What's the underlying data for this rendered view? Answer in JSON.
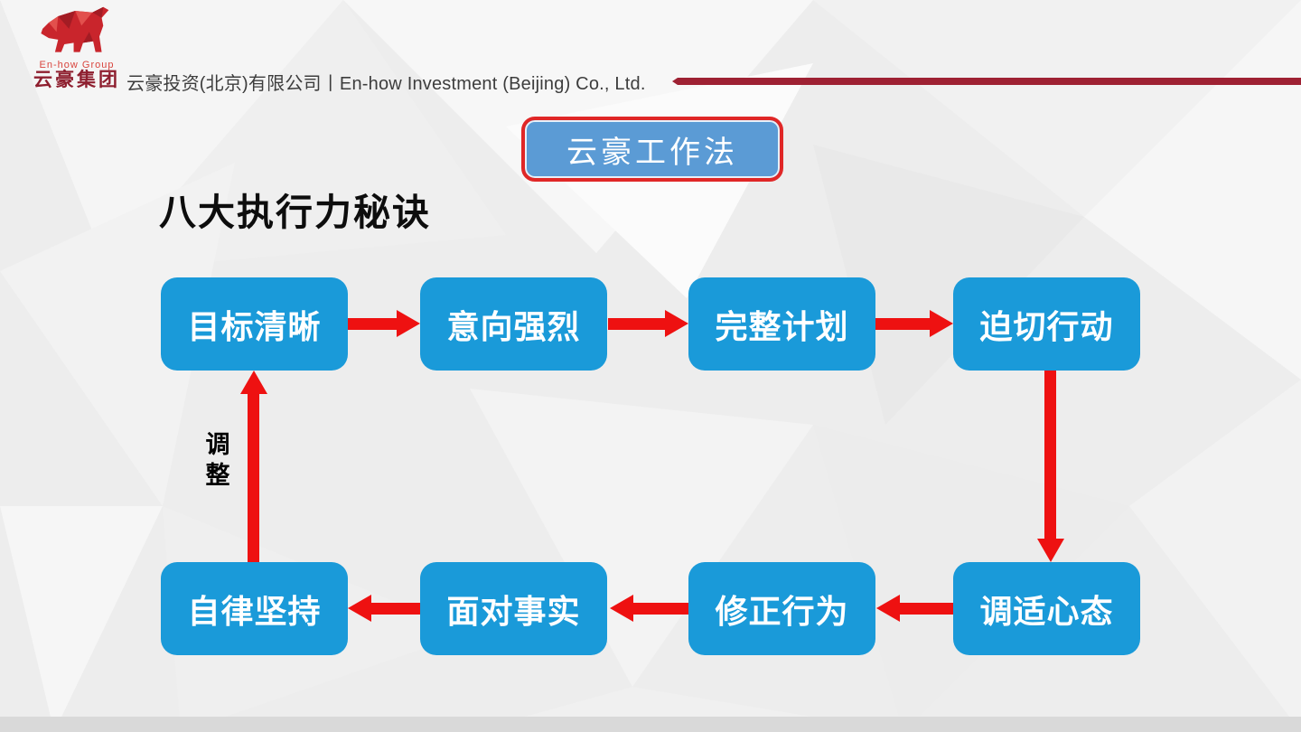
{
  "slide": {
    "header": {
      "logo": {
        "group_en": "En-how Group",
        "group_cn": "云豪集团",
        "bull_color": "#c9252c"
      },
      "company_line": "云豪投资(北京)有限公司丨En-how Investment (Beijing) Co., Ltd.",
      "accent_line_color": "#9e2133"
    },
    "title_badge": {
      "label": "云豪工作法",
      "fill_color": "#5b9bd5",
      "border_color": "#e02727"
    },
    "subtitle": "八大执行力秘诀",
    "flow": {
      "box_color": "#1a9ad9",
      "arrow_color": "#ee1111",
      "loop_label": "调整",
      "boxes": [
        {
          "label": "目标清晰"
        },
        {
          "label": "意向强烈"
        },
        {
          "label": "完整计划"
        },
        {
          "label": "迫切行动"
        },
        {
          "label": "调适心态"
        },
        {
          "label": "修正行为"
        },
        {
          "label": "面对事实"
        },
        {
          "label": "自律坚持"
        }
      ]
    }
  }
}
